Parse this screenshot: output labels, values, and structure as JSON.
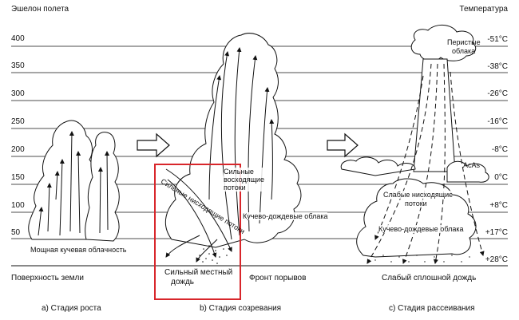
{
  "axis": {
    "y_title": "Эшелон полета",
    "temp_title": "Температура",
    "ground": "Поверхность земли",
    "levels": [
      "400",
      "350",
      "300",
      "250",
      "200",
      "150",
      "100",
      "50"
    ],
    "temps": [
      "-51°C",
      "-38°C",
      "-26°C",
      "-16°C",
      "-8°C",
      "0°C",
      "+8°C",
      "+17°C",
      "+28°C"
    ]
  },
  "labels": {
    "cumulus": "Мощная кучевая облачность",
    "strong_up": "Сильные восходящие потоки",
    "strong_down": "Сильные нисходящие потоки",
    "cb_b": "Кучево-дождевые облака",
    "heavy_rain_1": "Сильный местный",
    "heavy_rain_2": "дождь",
    "gust_front": "Фронт порывов",
    "cirrus_1": "Перистые",
    "cirrus_2": "облака",
    "acas": "AcAs",
    "weak_down_1": "Слабые нисходящие",
    "weak_down_2": "потоки",
    "cb_c": "Кучево-дождевые облака",
    "weak_rain": "Слабый  сплошной дождь"
  },
  "stages": {
    "a": "а) Стадия роста",
    "b": "b) Стадия созревания",
    "c": "c) Стадия рассеивания"
  }
}
